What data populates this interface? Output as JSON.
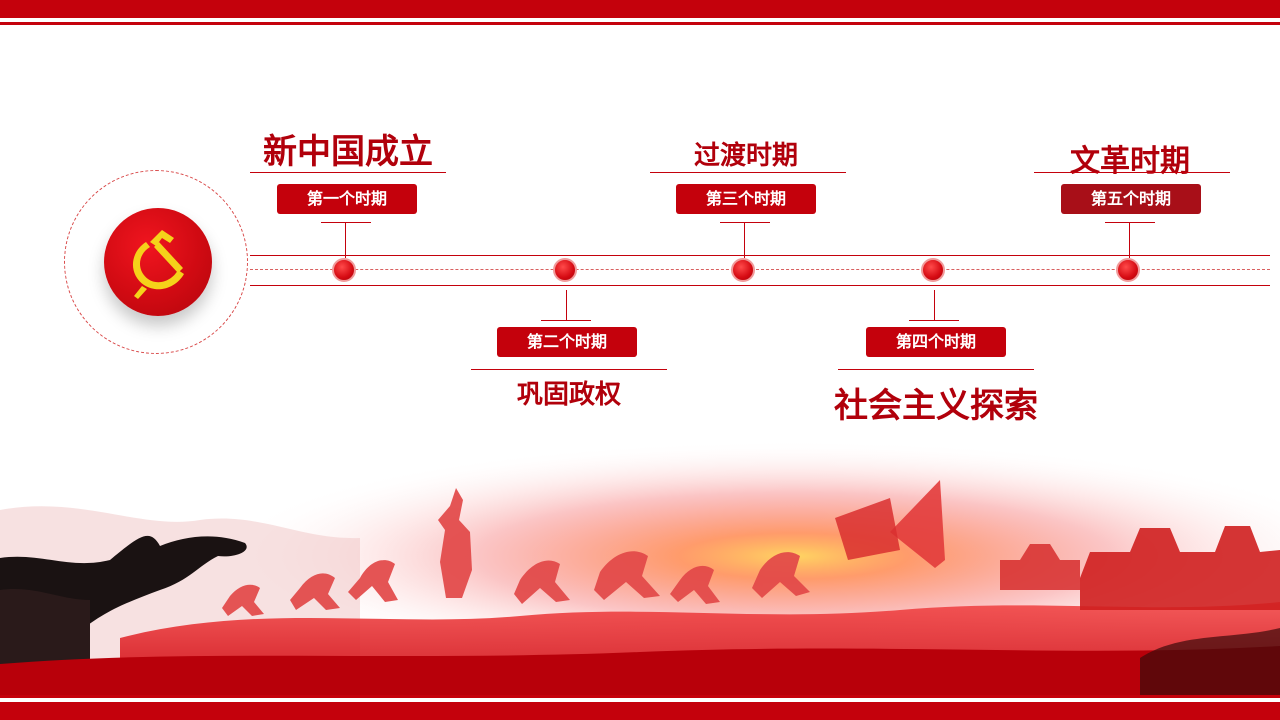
{
  "timeline": {
    "periods": [
      {
        "tag": "第一个时期",
        "title": "新中国成立"
      },
      {
        "tag": "第二个时期",
        "title": "巩固政权"
      },
      {
        "tag": "第三个时期",
        "title": "过渡时期"
      },
      {
        "tag": "第四个时期",
        "title": "社会主义探索"
      },
      {
        "tag": "第五个时期",
        "title": "文革时期"
      }
    ]
  },
  "emblem": {
    "icon": "hammer-sickle-icon"
  },
  "colors": {
    "primary": "#c4010c",
    "title": "#b1000b",
    "tag_dark": "#a80f18",
    "emblem_gold": "#f5d21a"
  }
}
